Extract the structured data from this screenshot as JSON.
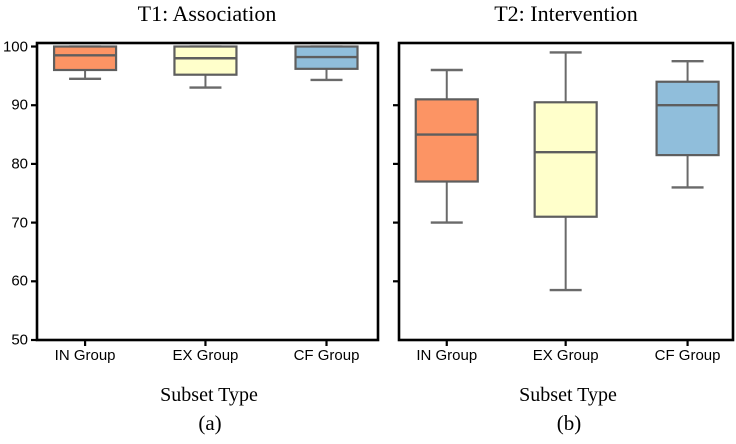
{
  "figure": {
    "background": "#ffffff",
    "spine_color": "#000000"
  },
  "chart_data": [
    {
      "type": "boxplot",
      "title": "T1: Association",
      "xlabel": "Subset Type",
      "caption": "(a)",
      "categories": [
        "IN Group",
        "EX Group",
        "CF Group"
      ],
      "ylim": [
        50,
        100.6
      ],
      "y_ticks": [
        100,
        90,
        80,
        70,
        60,
        50
      ],
      "y_tick_labels": true,
      "grid": false,
      "box_edge_color": "#5e5e5e",
      "whisker_color": "#6a6a6a",
      "series": [
        {
          "name": "IN Group",
          "color": "#fc9464",
          "whislo": 94.5,
          "q1": 96.0,
          "med": 98.5,
          "q3": 100,
          "whishi": 100
        },
        {
          "name": "EX Group",
          "color": "#ffffcb",
          "whislo": 93.0,
          "q1": 95.2,
          "med": 98.0,
          "q3": 100,
          "whishi": 100
        },
        {
          "name": "CF Group",
          "color": "#90bedb",
          "whislo": 94.3,
          "q1": 96.2,
          "med": 98.2,
          "q3": 100,
          "whishi": 100
        }
      ]
    },
    {
      "type": "boxplot",
      "title": "T2: Intervention",
      "xlabel": "Subset Type",
      "caption": "(b)",
      "categories": [
        "IN Group",
        "EX Group",
        "CF Group"
      ],
      "ylim": [
        50,
        100.6
      ],
      "y_ticks": [
        90,
        80,
        70,
        60
      ],
      "y_tick_labels": false,
      "grid": false,
      "box_edge_color": "#5e5e5e",
      "whisker_color": "#6a6a6a",
      "series": [
        {
          "name": "IN Group",
          "color": "#fc9464",
          "whislo": 70.0,
          "q1": 77.0,
          "med": 85.0,
          "q3": 91.0,
          "whishi": 96.0
        },
        {
          "name": "EX Group",
          "color": "#ffffcb",
          "whislo": 58.5,
          "q1": 71.0,
          "med": 82.0,
          "q3": 90.5,
          "whishi": 99.0
        },
        {
          "name": "CF Group",
          "color": "#90bedb",
          "whislo": 76.0,
          "q1": 81.5,
          "med": 90.0,
          "q3": 94.0,
          "whishi": 97.5
        }
      ]
    }
  ]
}
